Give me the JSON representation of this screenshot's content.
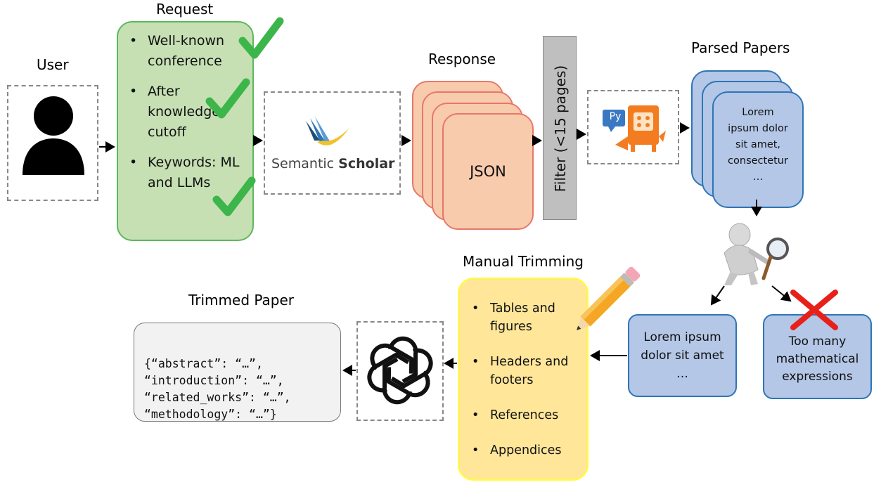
{
  "user": {
    "title": "User"
  },
  "request": {
    "title": "Request",
    "items": [
      "Well-known conference",
      "After knowledge cutoff",
      "Keywords: ML and LLMs"
    ]
  },
  "semantic_scholar": {
    "logo_text_light": "Semantic",
    "logo_text_bold": "Scholar"
  },
  "response": {
    "title": "Response",
    "card_label": "JSON"
  },
  "filter": {
    "label": "Filter (<15 pages)"
  },
  "parser": {
    "badge": "Py"
  },
  "parsed": {
    "title": "Parsed Papers",
    "text": "Lorem ipsum dolor sit amet, consectetur …"
  },
  "result_ok": {
    "text": "Lorem ipsum dolor sit amet …"
  },
  "result_reject": {
    "text": "Too many mathematical expressions"
  },
  "manual": {
    "title": "Manual Trimming",
    "items": [
      "Tables and figures",
      "Headers and footers",
      "References",
      "Appendices"
    ]
  },
  "trimmed": {
    "title": "Trimmed Paper",
    "lines": [
      "{“abstract”: “…”,",
      "“introduction”: “…”,",
      "“related_works”: “…”,",
      "“methodology”: “…”}"
    ]
  },
  "colors": {
    "request_fill": "#c6e0b4",
    "request_border": "#5cb85c",
    "response_fill": "#f8cbad",
    "response_border": "#e8776a",
    "parsed_fill": "#b4c7e7",
    "parsed_border": "#2e75b6",
    "manual_fill": "#ffe699",
    "manual_border": "#ffff33",
    "filter_fill": "#bfbfbf",
    "check": "#3cb54a",
    "cross": "#e8201a"
  }
}
